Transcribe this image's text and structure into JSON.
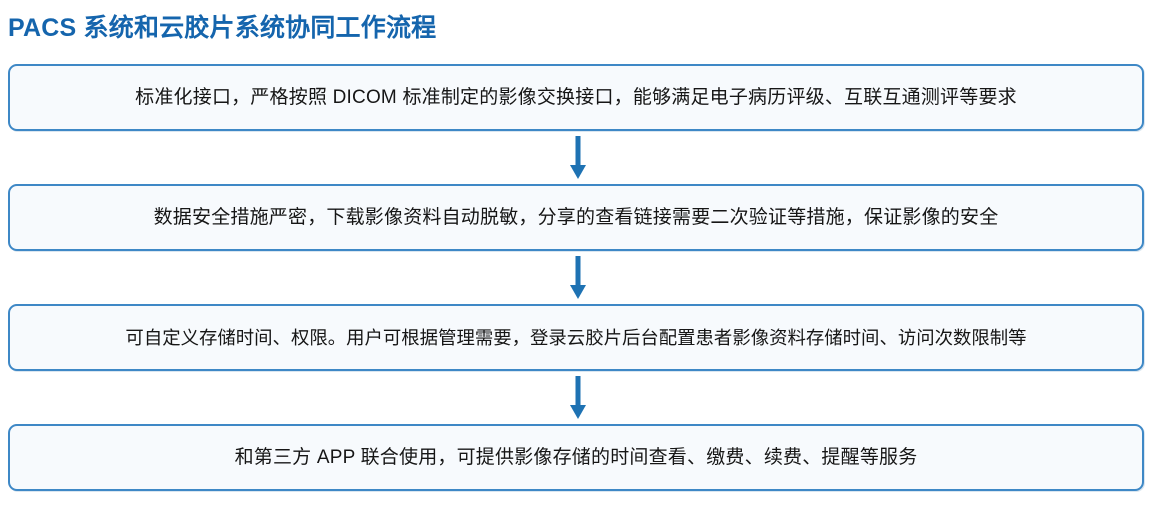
{
  "title": "PACS 系统和云胶片系统协同工作流程",
  "colors": {
    "title_blue": "#1565AD",
    "box_border": "#3E88C6",
    "box_fill": "#F7FAFD",
    "arrow_blue": "#1E72B3",
    "text": "#161616"
  },
  "flow": {
    "steps": [
      {
        "id": "step-1",
        "text": "标准化接口，严格按照 DICOM 标准制定的影像交换接口，能够满足电子病历评级、互联互通测评等要求"
      },
      {
        "id": "step-2",
        "text": "数据安全措施严密，下载影像资料自动脱敏，分享的查看链接需要二次验证等措施，保证影像的安全"
      },
      {
        "id": "step-3",
        "text": "可自定义存储时间、权限。用户可根据管理需要，登录云胶片后台配置患者影像资料存储时间、访问次数限制等"
      },
      {
        "id": "step-4",
        "text": "和第三方 APP 联合使用，可提供影像存储的时间查看、缴费、续费、提醒等服务"
      }
    ],
    "connectors": [
      {
        "id": "connector-1-2",
        "icon": "arrow-down-icon"
      },
      {
        "id": "connector-2-3",
        "icon": "arrow-down-icon"
      },
      {
        "id": "connector-3-4",
        "icon": "arrow-down-icon"
      }
    ]
  }
}
